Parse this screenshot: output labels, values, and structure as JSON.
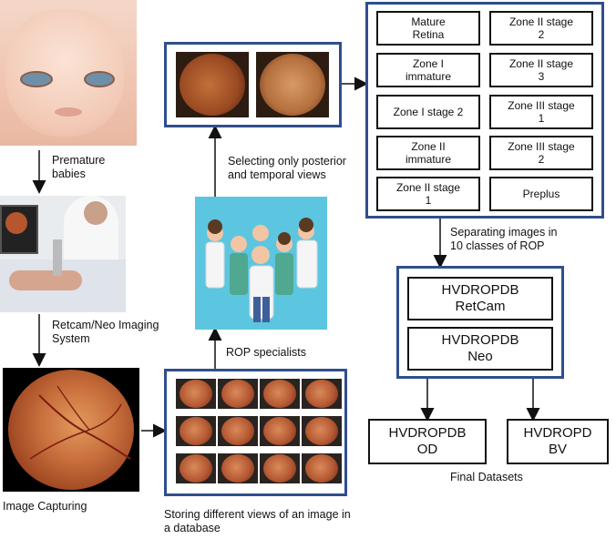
{
  "labels": {
    "premature": "Premature\nbabies",
    "retcam": "Retcam/Neo Imaging\nSystem",
    "capturing": "Image Capturing",
    "storing": "Storing  different views of an image in\na database",
    "specialists": "ROP specialists",
    "selecting": "Selecting only posterior\nand temporal views",
    "separating": "Separating images in\n10 classes of ROP",
    "final": "Final Datasets"
  },
  "classes": [
    "Mature\nRetina",
    "Zone II stage\n2",
    "Zone I\nimmature",
    "Zone II stage\n3",
    "Zone I stage 2",
    "Zone III stage\n1",
    "Zone II\nimmature",
    "Zone III stage\n2",
    "Zone II stage\n1",
    "Preplus"
  ],
  "hvdropdb": {
    "retcam": "HVDROPDB\nRetCam",
    "neo": "HVDROPDB\nNeo"
  },
  "final_sets": {
    "od": "HVDROPDB\nOD",
    "bv": "HVDROPD\nBV"
  },
  "colors": {
    "frame": "#2f4f8c",
    "team_bg": "#5cc6e0"
  }
}
